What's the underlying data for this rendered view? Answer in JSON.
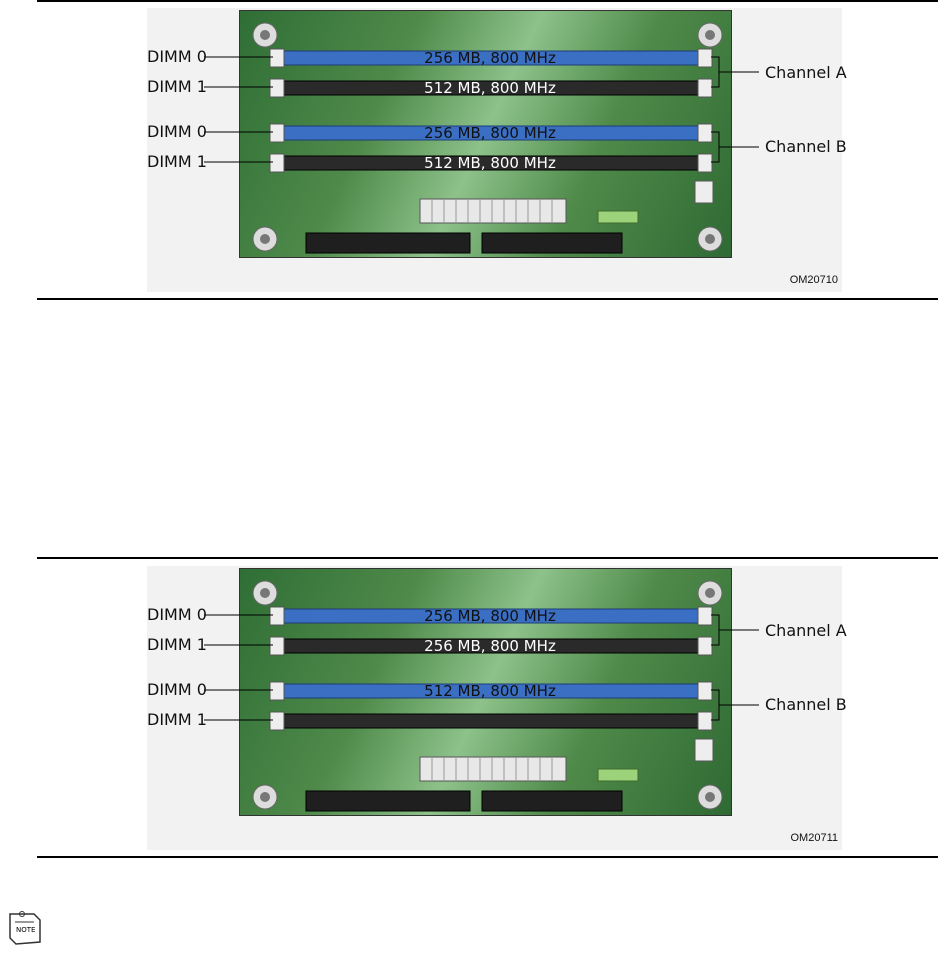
{
  "figures": [
    {
      "slots": [
        {
          "label": "DIMM 0",
          "text": "256 MB, 800 MHz",
          "type": "blue"
        },
        {
          "label": "DIMM 1",
          "text": "512 MB, 800 MHz",
          "type": "black"
        },
        {
          "label": "DIMM 0",
          "text": "256 MB, 800 MHz",
          "type": "blue"
        },
        {
          "label": "DIMM 1",
          "text": "512 MB, 800 MHz",
          "type": "black"
        }
      ],
      "channel_a": "Channel A",
      "channel_b": "Channel B",
      "id": "OM20710"
    },
    {
      "slots": [
        {
          "label": "DIMM 0",
          "text": "256 MB, 800 MHz",
          "type": "blue"
        },
        {
          "label": "DIMM 1",
          "text": "256 MB, 800 MHz",
          "type": "black"
        },
        {
          "label": "DIMM 0",
          "text": "512 MB, 800 MHz",
          "type": "blue"
        },
        {
          "label": "DIMM 1",
          "text": "",
          "type": "black"
        }
      ],
      "channel_a": "Channel A",
      "channel_b": "Channel B",
      "id": "OM20711"
    }
  ],
  "note_icon": "note-icon",
  "colors": {
    "board": "#4f8a4a",
    "blue_slot": "#3a6fc4",
    "black_slot": "#2a2a2a"
  }
}
